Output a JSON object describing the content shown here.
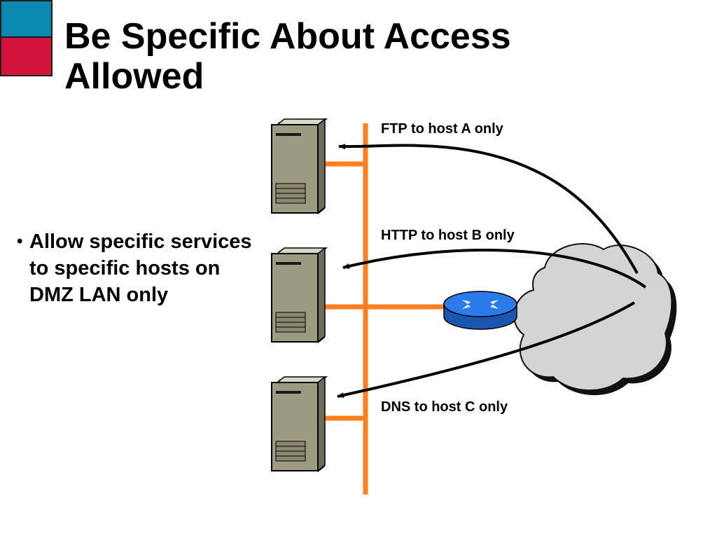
{
  "slide": {
    "title_line1": "Be Specific About Access",
    "title_line2": "Allowed",
    "bullets": [
      "Allow specific services to specific hosts on DMZ LAN only"
    ]
  },
  "diagram": {
    "labels": {
      "ftp": "FTP to host A only",
      "http": "HTTP to host B only",
      "dns": "DNS to host C only"
    },
    "colors": {
      "lan": "#ff7f1f",
      "server_face": "#9d9a82",
      "router": "#1b6fe0",
      "cloud": "#d4d4d4",
      "accent_blue": "#0a8ab0",
      "accent_red": "#d4143c"
    },
    "icons": [
      "server-icon",
      "router-icon",
      "cloud-icon"
    ]
  }
}
